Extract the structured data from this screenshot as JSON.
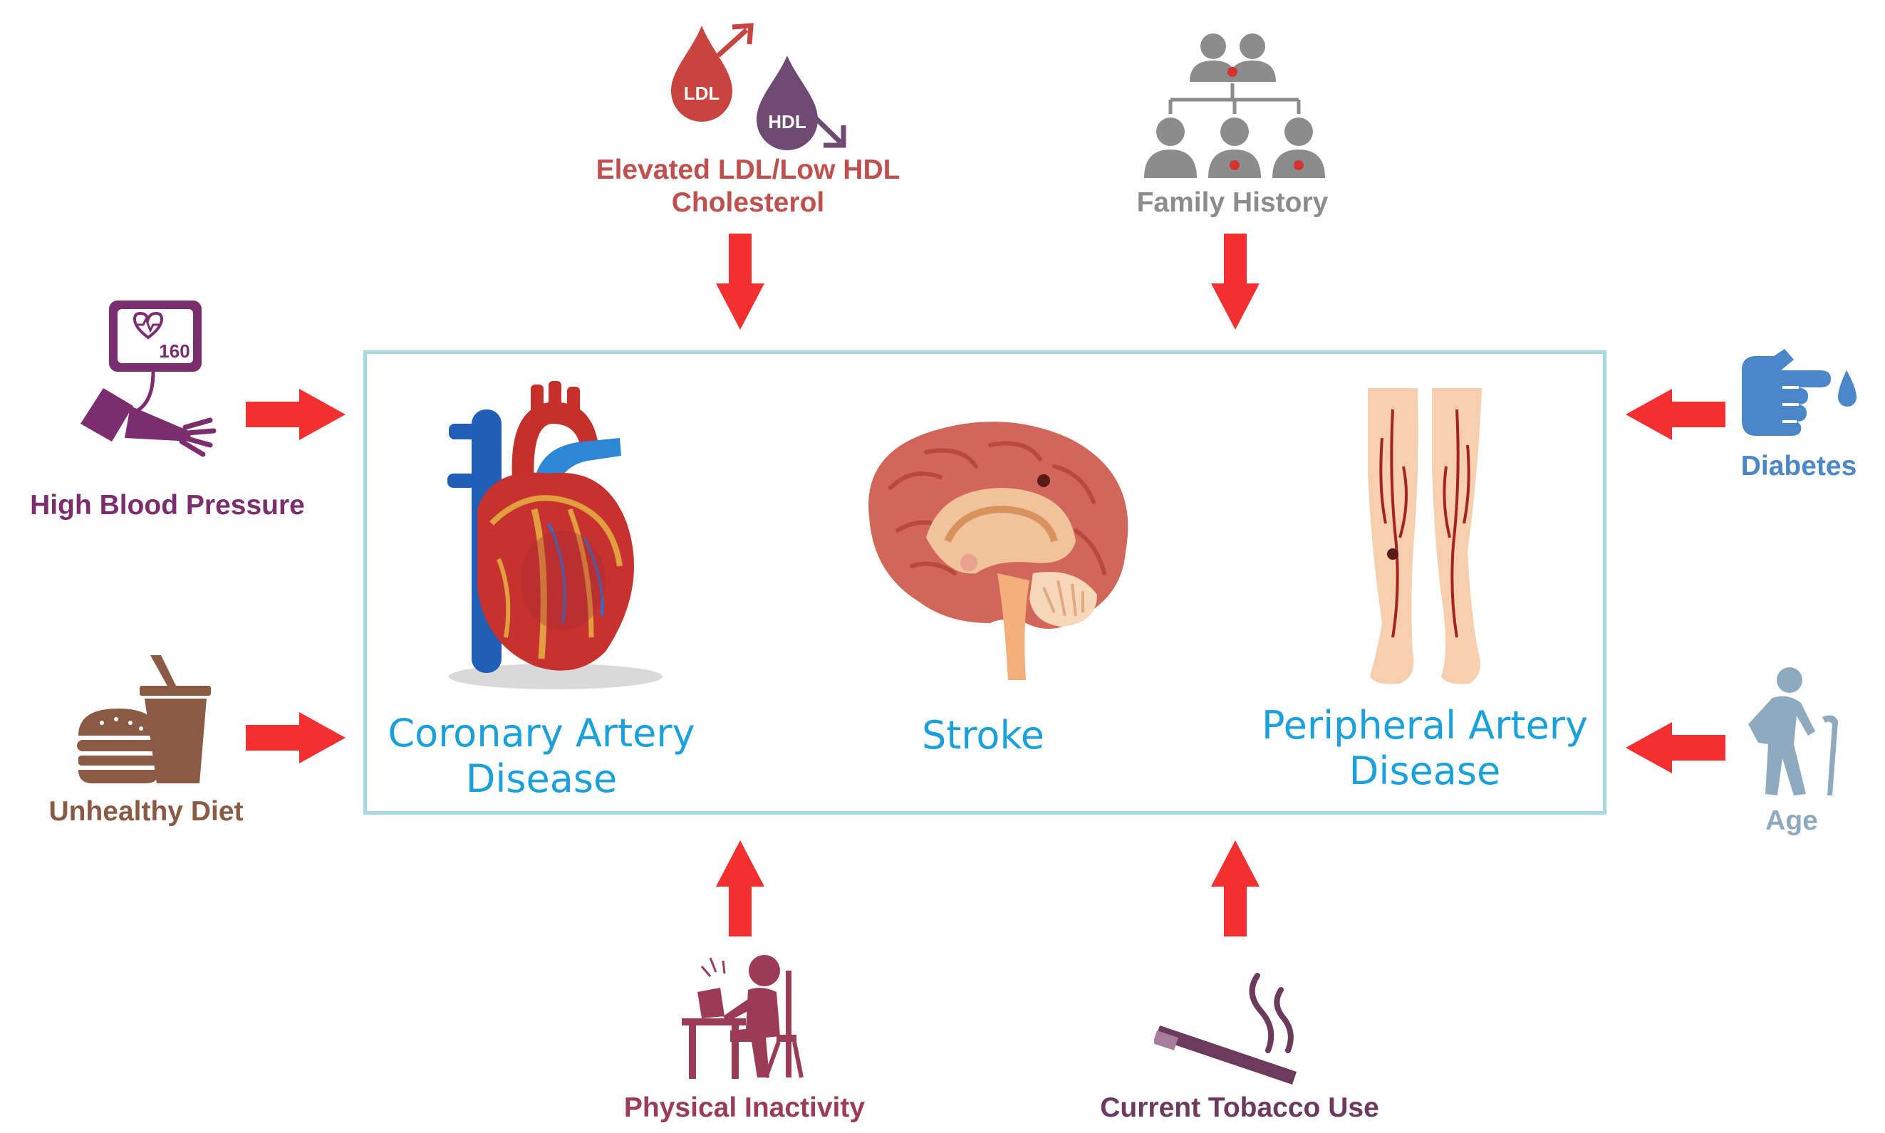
{
  "risk_factors": {
    "cholesterol": {
      "label_line1": "Elevated LDL/Low HDL",
      "label_line2": "Cholesterol",
      "ldl": "LDL",
      "hdl": "HDL",
      "color": "#c0504d"
    },
    "family_history": {
      "label": "Family History",
      "color": "#8c8c8c"
    },
    "high_blood_pressure": {
      "label": "High Blood Pressure",
      "reading": "160",
      "color": "#7b2d6e"
    },
    "unhealthy_diet": {
      "label": "Unhealthy Diet",
      "color": "#8b5a44"
    },
    "diabetes": {
      "label": "Diabetes",
      "color": "#4a86c8"
    },
    "age": {
      "label": "Age",
      "color": "#8fa9bf"
    },
    "physical_inactivity": {
      "label": "Physical Inactivity",
      "color": "#9c3b55"
    },
    "tobacco": {
      "label": "Current Tobacco Use",
      "color": "#6b3a5c"
    }
  },
  "diseases": {
    "cad": {
      "line1": "Coronary Artery",
      "line2": "Disease"
    },
    "stroke": {
      "line1": "Stroke"
    },
    "pad": {
      "line1": "Peripheral Artery",
      "line2": "Disease"
    }
  },
  "colors": {
    "arrow": "#f23030",
    "box_border": "#a6d8e6",
    "disease_text": "#1aa0dc"
  }
}
